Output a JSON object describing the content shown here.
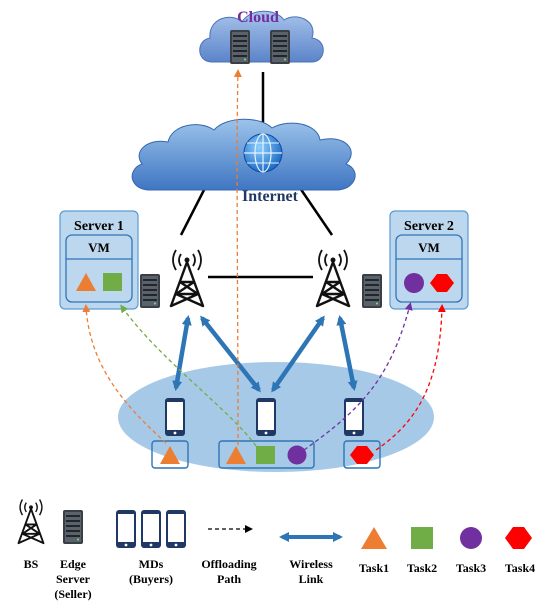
{
  "cloud": {
    "label": "Cloud"
  },
  "internet": {
    "label": "Internet"
  },
  "server1": {
    "title": "Server 1",
    "vm": "VM"
  },
  "server2": {
    "title": "Server 2",
    "vm": "VM"
  },
  "legend": {
    "bs": "BS",
    "edge_line1": "Edge",
    "edge_line2": "Server",
    "edge_line3": "(Seller)",
    "mds_line1": "MDs",
    "mds_line2": "(Buyers)",
    "offload_line1": "Offloading",
    "offload_line2": "Path",
    "wireless_line1": "Wireless",
    "wireless_line2": "Link",
    "task1": "Task1",
    "task2": "Task2",
    "task3": "Task3",
    "task4": "Task4"
  },
  "colors": {
    "task1": "#ed7d31",
    "task2": "#70ad47",
    "task3": "#7030a0",
    "task4": "#ff0000",
    "wireless": "#2e75b6",
    "cloud_text": "#7030a0",
    "internet_text": "#1f3864",
    "panel": "#bdd7ee",
    "ellipse": "#9dc3e6",
    "panel_border": "#5b9bd5",
    "slot_border": "#2e75b6"
  },
  "icons": {
    "bs": "radio-tower-icon",
    "edge_server": "server-rack-icon",
    "md": "smartphone-icon",
    "internet": "globe-icon",
    "cloud_servers": "server-rack-icon"
  }
}
